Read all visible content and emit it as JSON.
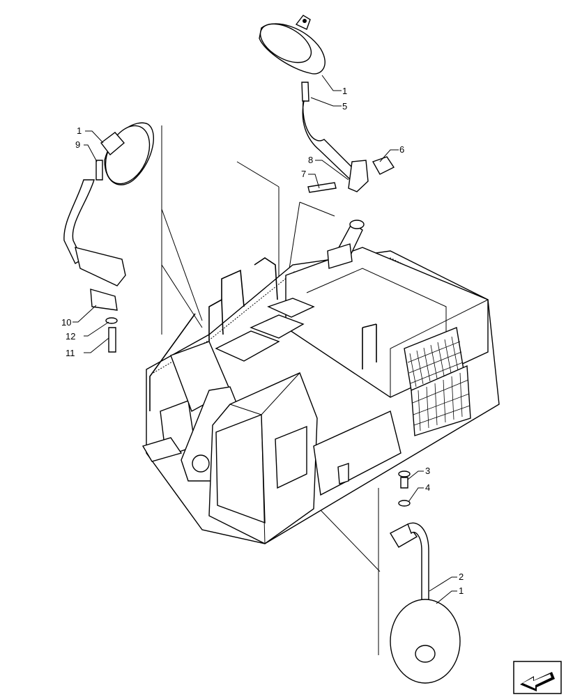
{
  "callouts": [
    "1",
    "5",
    "6",
    "8",
    "7",
    "1",
    "9",
    "10",
    "12",
    "11",
    "3",
    "4",
    "2",
    "1"
  ],
  "icons": {
    "navigation": "next-page-arrow-icon"
  }
}
